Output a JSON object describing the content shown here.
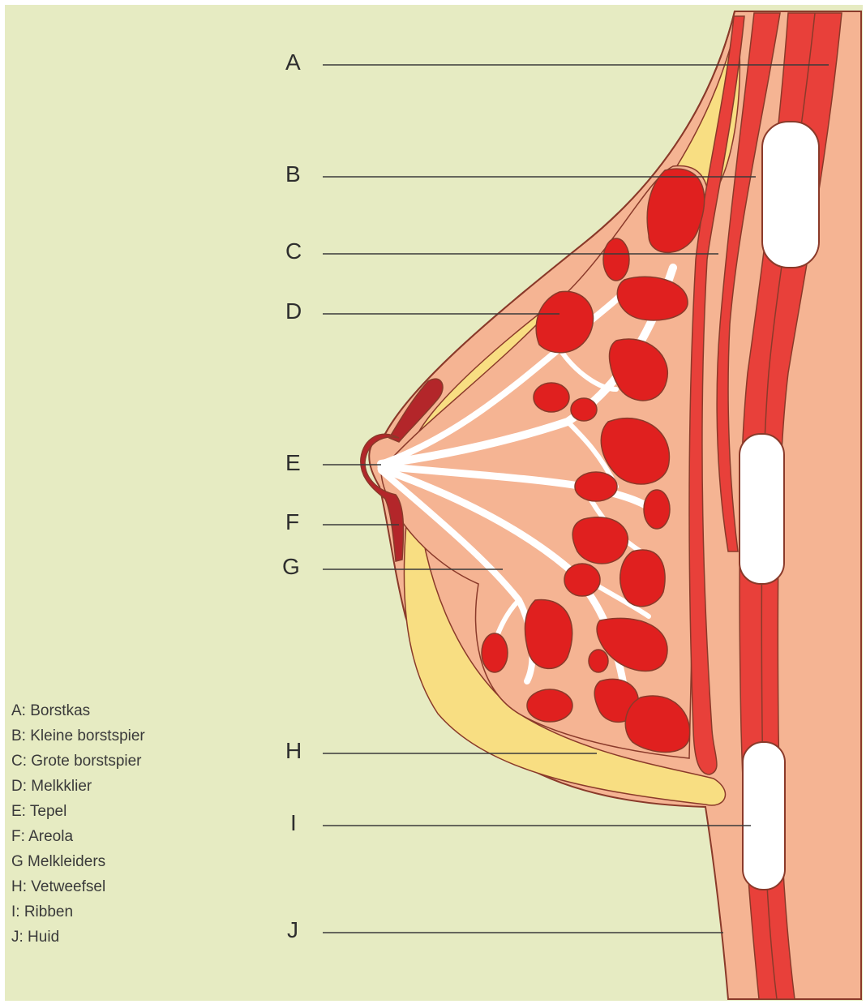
{
  "colors": {
    "background": "#e6ebc2",
    "skin": "#f5b493",
    "fat": "#f8de82",
    "muscle": "#e8403a",
    "gland": "#e0201f",
    "duct": "#ffffff",
    "rib": "#ffffff",
    "nipple": "#b3262a",
    "outline": "#8a3a2a"
  },
  "callouts": [
    {
      "letter": "A"
    },
    {
      "letter": "B"
    },
    {
      "letter": "C"
    },
    {
      "letter": "D"
    },
    {
      "letter": "E"
    },
    {
      "letter": "F"
    },
    {
      "letter": "G"
    },
    {
      "letter": "H"
    },
    {
      "letter": "I"
    },
    {
      "letter": "J"
    }
  ],
  "legend": [
    "A: Borstkas",
    "B: Kleine borstspier",
    "C: Grote borstspier",
    "D: Melkklier",
    "E: Tepel",
    "F: Areola",
    "G Melkleiders",
    "H: Vetweefsel",
    "I: Ribben",
    "J: Huid"
  ]
}
